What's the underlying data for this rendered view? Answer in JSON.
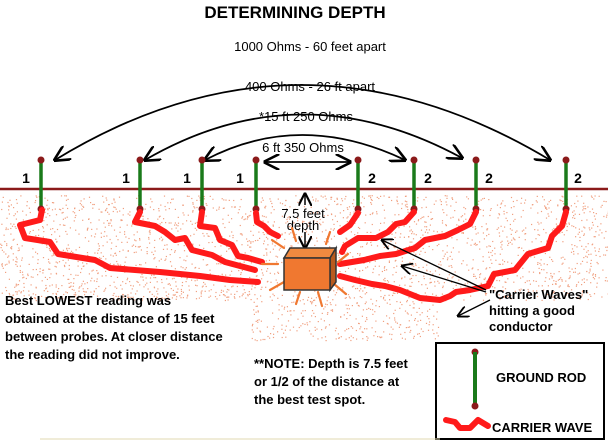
{
  "title": "DETERMINING DEPTH",
  "arc_labels": {
    "a1000": "1000 Ohms - 60 feet apart",
    "a400": "400 Ohms - 26 ft  apart",
    "a15": "*15 ft 250 Ohms",
    "a6": "6 ft 350 Ohms"
  },
  "probe_labels": [
    "1",
    "1",
    "1",
    "1",
    "2",
    "2",
    "2",
    "2"
  ],
  "depth_label": [
    "7.5 feet",
    "depth"
  ],
  "best_reading_text": [
    "Best LOWEST reading was",
    "obtained at the distance of 15 feet",
    "between probes. At closer distance",
    "the reading did not improve."
  ],
  "note_text": [
    "**NOTE: Depth is 7.5 feet",
    "or 1/2 of the distance at",
    "the best test spot."
  ],
  "carrier_waves_text": [
    "\"Carrier Waves\"",
    "hitting a good",
    "conductor"
  ],
  "legend": {
    "ground_rod": "GROUND ROD",
    "carrier_wave": "CARRIER WAVE"
  },
  "colors": {
    "rod": "#1a7a1a",
    "ground_line": "#8b1a1a",
    "wave": "#ff1a1a",
    "soil": "#f0a080",
    "box": "#f07830"
  }
}
